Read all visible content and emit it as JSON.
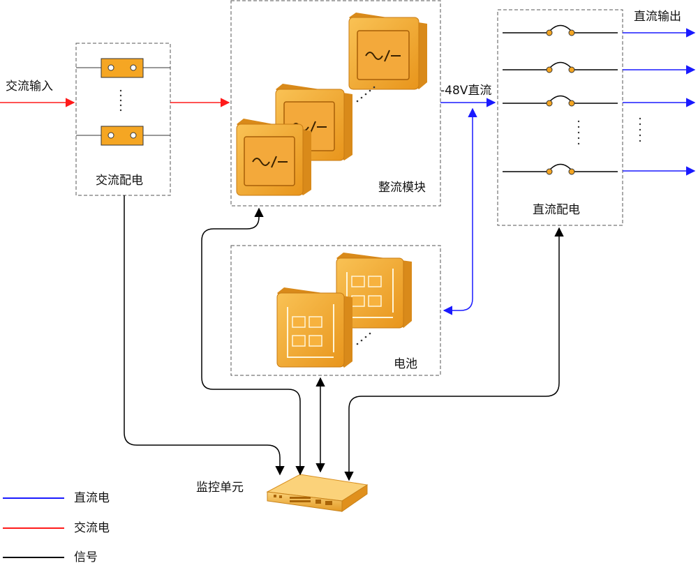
{
  "labels": {
    "ac_input": "交流输入",
    "ac_distribution": "交流配电",
    "rectifier_module": "整流模块",
    "dc_48v": "-48V直流",
    "dc_output": "直流输出",
    "dc_distribution": "直流配电",
    "battery": "电池",
    "monitor_unit": "监控单元"
  },
  "legend": [
    {
      "label": "直流电",
      "color": "#1a1aff"
    },
    {
      "label": "交流电",
      "color": "#ff1a1a"
    },
    {
      "label": "信号",
      "color": "#000000"
    }
  ],
  "colors": {
    "dc": "#1a1aff",
    "ac": "#ff1a1a",
    "signal": "#000000",
    "module_orange": "#f5a623",
    "module_dark": "#d98a1a",
    "box_border": "#666666"
  },
  "icons": {
    "rectifier": "ac-dc-rectifier-icon",
    "battery": "battery-pack-icon",
    "monitor": "rack-monitor-device-icon",
    "switch": "breaker-switch-icon"
  }
}
